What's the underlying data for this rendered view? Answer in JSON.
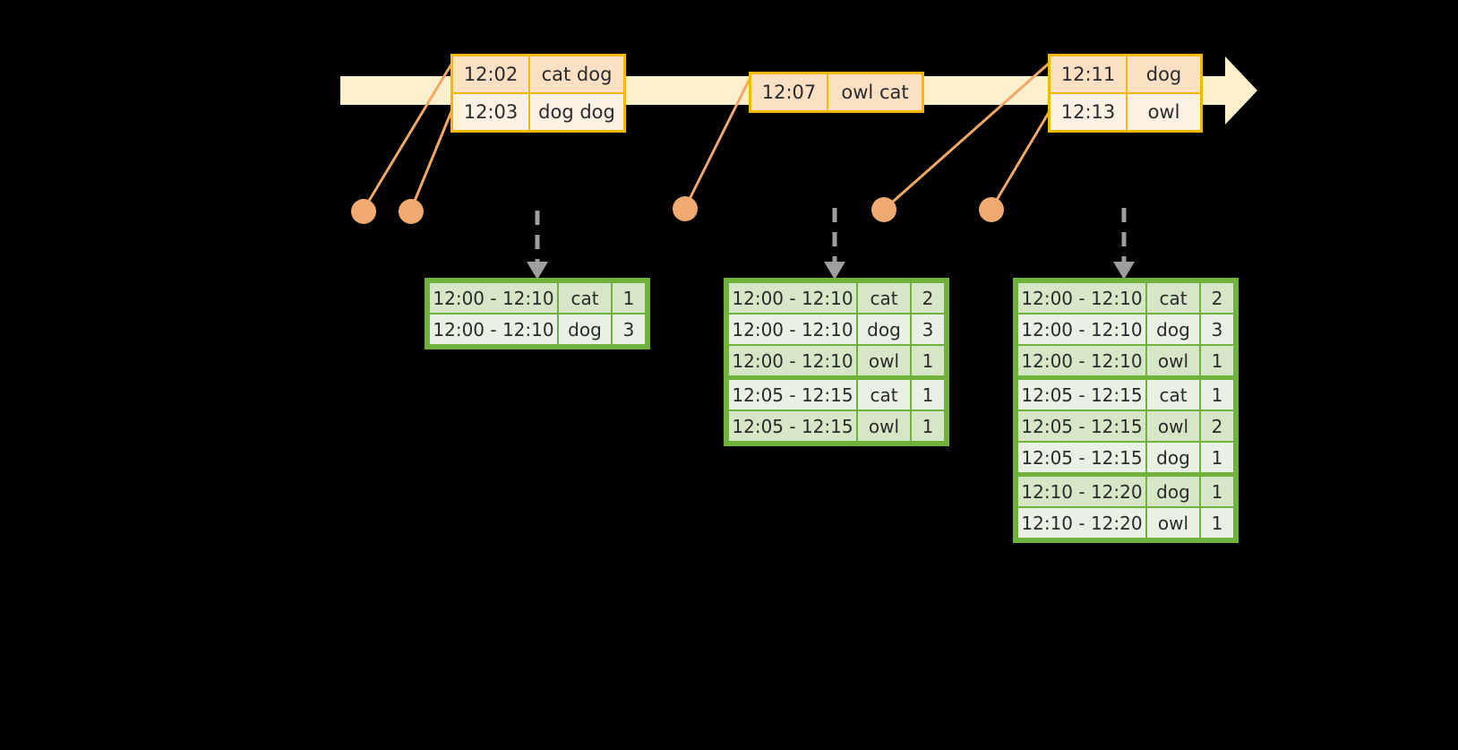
{
  "diagram": {
    "title_visible": false,
    "colors": {
      "background": "#000000",
      "timeline_fill": "#FCEFCB",
      "timeline_border": "#FCEFCB",
      "event_border": "#F5B800",
      "event_fill_dark": "#FBE0C3",
      "event_fill_light": "#FDF1E4",
      "connector": "#F0A868",
      "dot": "#EFA971",
      "table_border": "#6FB23C",
      "table_fill_dark": "#D7E6C6",
      "table_fill_light": "#EAF1E4",
      "arrow_gray": "#9E9E9E"
    }
  },
  "timeline": {
    "name": "event-timeline",
    "arrow_direction": "right",
    "event_boxes": [
      {
        "id": "events-box-1",
        "rows": [
          {
            "time": "12:02",
            "words": "cat dog"
          },
          {
            "time": "12:03",
            "words": "dog dog"
          }
        ]
      },
      {
        "id": "events-box-2",
        "rows": [
          {
            "time": "12:07",
            "words": "owl cat"
          }
        ]
      },
      {
        "id": "events-box-3",
        "rows": [
          {
            "time": "12:11",
            "words": "dog"
          },
          {
            "time": "12:13",
            "words": "owl"
          }
        ]
      }
    ]
  },
  "connector_dots": [
    {
      "id": "dot-1"
    },
    {
      "id": "dot-2"
    },
    {
      "id": "dot-3"
    },
    {
      "id": "dot-4"
    },
    {
      "id": "dot-5"
    }
  ],
  "result_tables": [
    {
      "id": "result-table-1",
      "columns": [
        "window",
        "word",
        "count"
      ],
      "rows": [
        {
          "window": "12:00 - 12:10",
          "word": "cat",
          "count": "1",
          "group": 0
        },
        {
          "window": "12:00 - 12:10",
          "word": "dog",
          "count": "3",
          "group": 0
        }
      ]
    },
    {
      "id": "result-table-2",
      "columns": [
        "window",
        "word",
        "count"
      ],
      "rows": [
        {
          "window": "12:00 - 12:10",
          "word": "cat",
          "count": "2",
          "group": 0
        },
        {
          "window": "12:00 - 12:10",
          "word": "dog",
          "count": "3",
          "group": 0
        },
        {
          "window": "12:00 - 12:10",
          "word": "owl",
          "count": "1",
          "group": 0
        },
        {
          "window": "12:05 - 12:15",
          "word": "cat",
          "count": "1",
          "group": 1
        },
        {
          "window": "12:05 - 12:15",
          "word": "owl",
          "count": "1",
          "group": 1
        }
      ]
    },
    {
      "id": "result-table-3",
      "columns": [
        "window",
        "word",
        "count"
      ],
      "rows": [
        {
          "window": "12:00 - 12:10",
          "word": "cat",
          "count": "2",
          "group": 0
        },
        {
          "window": "12:00 - 12:10",
          "word": "dog",
          "count": "3",
          "group": 0
        },
        {
          "window": "12:00 - 12:10",
          "word": "owl",
          "count": "1",
          "group": 0
        },
        {
          "window": "12:05 - 12:15",
          "word": "cat",
          "count": "1",
          "group": 1
        },
        {
          "window": "12:05 - 12:15",
          "word": "owl",
          "count": "2",
          "group": 1
        },
        {
          "window": "12:05 - 12:15",
          "word": "dog",
          "count": "1",
          "group": 1
        },
        {
          "window": "12:10 - 12:20",
          "word": "dog",
          "count": "1",
          "group": 2
        },
        {
          "window": "12:10 - 12:20",
          "word": "owl",
          "count": "1",
          "group": 2
        }
      ]
    }
  ]
}
